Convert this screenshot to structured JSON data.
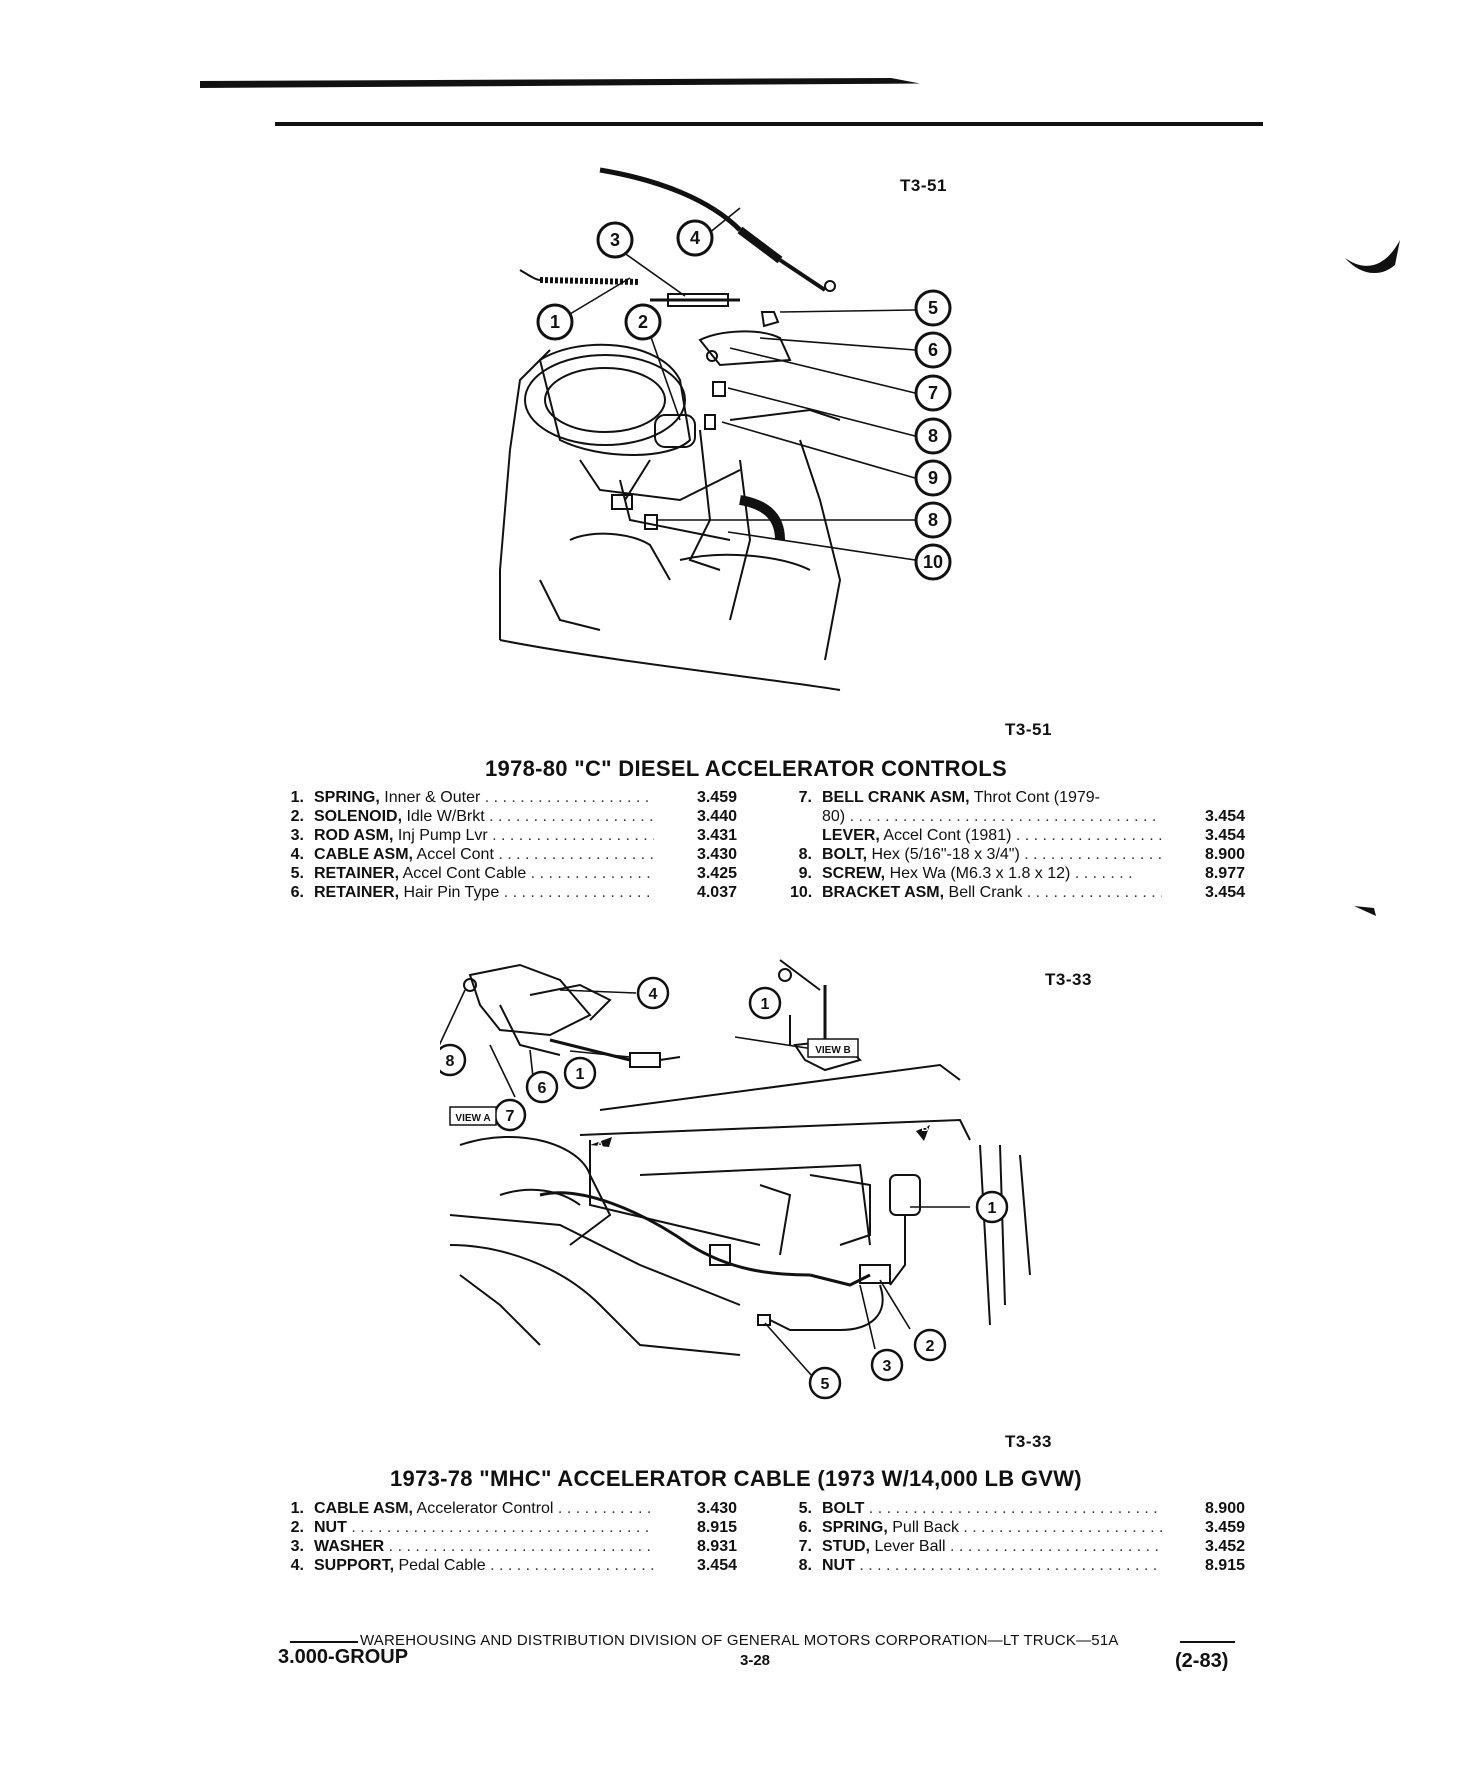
{
  "figure1": {
    "code_top": "T3-51",
    "code_bottom": "T3-51",
    "callouts": [
      "1",
      "2",
      "3",
      "4",
      "5",
      "6",
      "7",
      "8",
      "9",
      "8",
      "10"
    ]
  },
  "section1": {
    "title": "1978-80 \"C\" DIESEL ACCELERATOR CONTROLS",
    "left": [
      {
        "num": "1.",
        "name": "SPRING,",
        "desc": " Inner & Outer",
        "code": "3.459"
      },
      {
        "num": "2.",
        "name": "SOLENOID,",
        "desc": " Idle W/Brkt",
        "code": "3.440"
      },
      {
        "num": "3.",
        "name": "ROD ASM,",
        "desc": " Inj Pump Lvr",
        "code": "3.431"
      },
      {
        "num": "4.",
        "name": "CABLE ASM,",
        "desc": " Accel Cont",
        "code": "3.430"
      },
      {
        "num": "5.",
        "name": "RETAINER,",
        "desc": " Accel Cont Cable",
        "code": "3.425"
      },
      {
        "num": "6.",
        "name": "RETAINER,",
        "desc": " Hair Pin Type",
        "code": "4.037"
      }
    ],
    "right": [
      {
        "num": "7.",
        "name": "BELL CRANK ASM,",
        "desc": " Throt Cont (1979-",
        "code": ""
      },
      {
        "num": "",
        "name": "",
        "desc": "80)",
        "code": "3.454"
      },
      {
        "num": "",
        "name": "LEVER,",
        "desc": " Accel Cont (1981)",
        "code": "3.454"
      },
      {
        "num": "8.",
        "name": "BOLT,",
        "desc": " Hex (5/16\"-18 x 3/4\")",
        "code": "8.900"
      },
      {
        "num": "9.",
        "name": "SCREW,",
        "desc": " Hex Wa (M6.3 x 1.8 x 12)",
        "code": "8.977"
      },
      {
        "num": "10.",
        "name": "BRACKET ASM,",
        "desc": " Bell Crank",
        "code": "3.454"
      }
    ]
  },
  "figure2": {
    "code_top": "T3-33",
    "code_bottom": "T3-33",
    "view_a": "VIEW A",
    "view_b": "VIEW B",
    "marker_a": "A",
    "marker_b": "B",
    "callouts": [
      "1",
      "2",
      "3",
      "4",
      "5",
      "6",
      "7",
      "8",
      "1",
      "1"
    ]
  },
  "section2": {
    "title": "1973-78 \"MHC\" ACCELERATOR CABLE (1973 W/14,000 LB GVW)",
    "left": [
      {
        "num": "1.",
        "name": "CABLE ASM,",
        "desc": " Accelerator Control",
        "code": "3.430"
      },
      {
        "num": "2.",
        "name": "NUT",
        "desc": "",
        "code": "8.915"
      },
      {
        "num": "3.",
        "name": "WASHER",
        "desc": "",
        "code": "8.931"
      },
      {
        "num": "4.",
        "name": "SUPPORT,",
        "desc": " Pedal Cable",
        "code": "3.454"
      }
    ],
    "right": [
      {
        "num": "5.",
        "name": "BOLT",
        "desc": "",
        "code": "8.900"
      },
      {
        "num": "6.",
        "name": "SPRING,",
        "desc": " Pull Back",
        "code": "3.459"
      },
      {
        "num": "7.",
        "name": "STUD,",
        "desc": " Lever Ball",
        "code": "3.452"
      },
      {
        "num": "8.",
        "name": "NUT",
        "desc": "",
        "code": "8.915"
      }
    ]
  },
  "footer": {
    "division": "WAREHOUSING AND DISTRIBUTION  DIVISION OF GENERAL MOTORS CORPORATION—LT TRUCK—51A",
    "group": "3.000-GROUP",
    "page": "3-28",
    "date": "(2-83)"
  }
}
